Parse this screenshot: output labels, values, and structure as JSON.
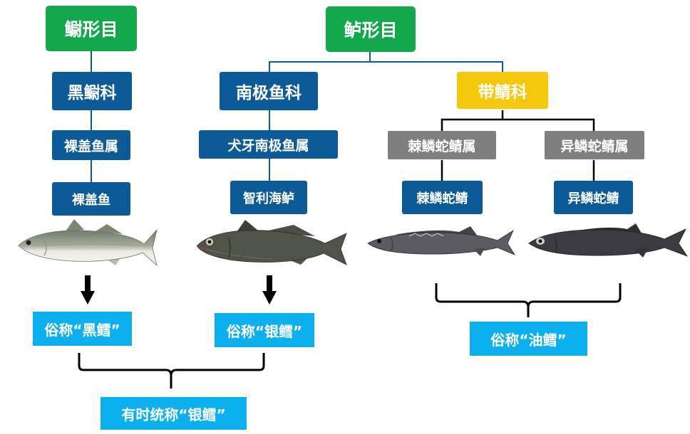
{
  "orders": {
    "gadiformes": "鳚形目",
    "perciformes": "鲈形目"
  },
  "families": {
    "black_cod": "黑鳚科",
    "nototheniidae": "南极鱼科",
    "gempylidae": "带鲭科"
  },
  "genera": {
    "anoplopoma": "裸盖鱼属",
    "dissostichus": "犬牙南极鱼属",
    "ruvettus": "棘鳞蛇鲭属",
    "lepidocybium": "异鳞蛇鲭属"
  },
  "species": {
    "sablefish": "裸盖鱼",
    "toothfish": "智利海鲈",
    "oilfish": "棘鳞蛇鲭",
    "escolar": "异鳞蛇鲭"
  },
  "aliases": {
    "black_cod": "俗称“黑鳕”",
    "silver_cod": "俗称“银鳕”",
    "oil_cod": "俗称“油鳕”",
    "combined": "有时统称“银鳕”"
  },
  "colors": {
    "order": "#13a84c",
    "family": "#0c5a98",
    "gempylidae": "#f6c80b",
    "gempylid_genus": "#7f7f7f",
    "alias": "#0cb0ee",
    "connector": "#0c5a98"
  },
  "illustrations": [
    "sablefish-image",
    "toothfish-image",
    "oilfish-image",
    "escolar-image"
  ]
}
